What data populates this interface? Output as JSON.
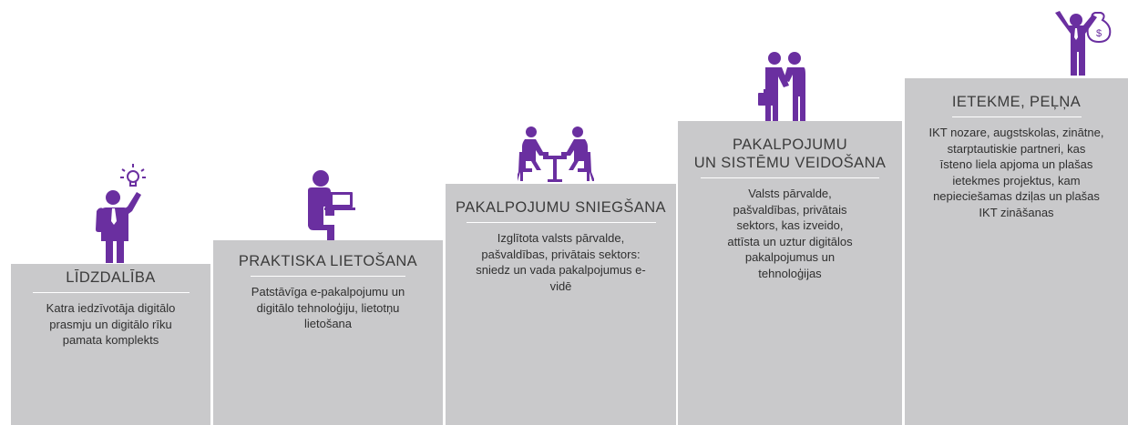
{
  "accent_color": "#6a2fa0",
  "step_color": "#c9c9cb",
  "steps": [
    {
      "title": "LĪDZDALĪBA",
      "description": "Katra iedzīvotāja digitālo\nprasmju un digitālo rīku\npamata komplekts",
      "icon": "person-lightbulb-icon"
    },
    {
      "title": "PRAKTISKA LIETOŠANA",
      "description": "Patstāvīga e-pakalpojumu un\ndigitālo tehnoloģiju, lietotņu\nlietošana",
      "icon": "person-laptop-icon"
    },
    {
      "title": "PAKALPOJUMU SNIEGŠANA",
      "description": "Izglītota valsts pārvalde,\npašvaldības, privātais sektors:\nsniedz un vada pakalpojumus e-\nvidē",
      "icon": "meeting-at-table-icon"
    },
    {
      "title": "PAKALPOJUMU\nUN SISTĒMU VEIDOŠANA",
      "description": "Valsts pārvalde,\npašvaldības, privātais\nsektors, kas izveido,\nattīsta  un uztur digitālos\npakalpojumus un\ntehnoloģijas",
      "icon": "handshake-icon"
    },
    {
      "title": "IETEKME, PEĻŅA",
      "description": "IKT nozare, augstskolas, zinātne,\nstarptautiskie partneri, kas\nīsteno liela apjoma un plašas\nietekmes projektus, kam\nnepieciešamas dziļas un plašas\nIKT zināšanas",
      "icon": "person-money-bag-icon"
    }
  ]
}
